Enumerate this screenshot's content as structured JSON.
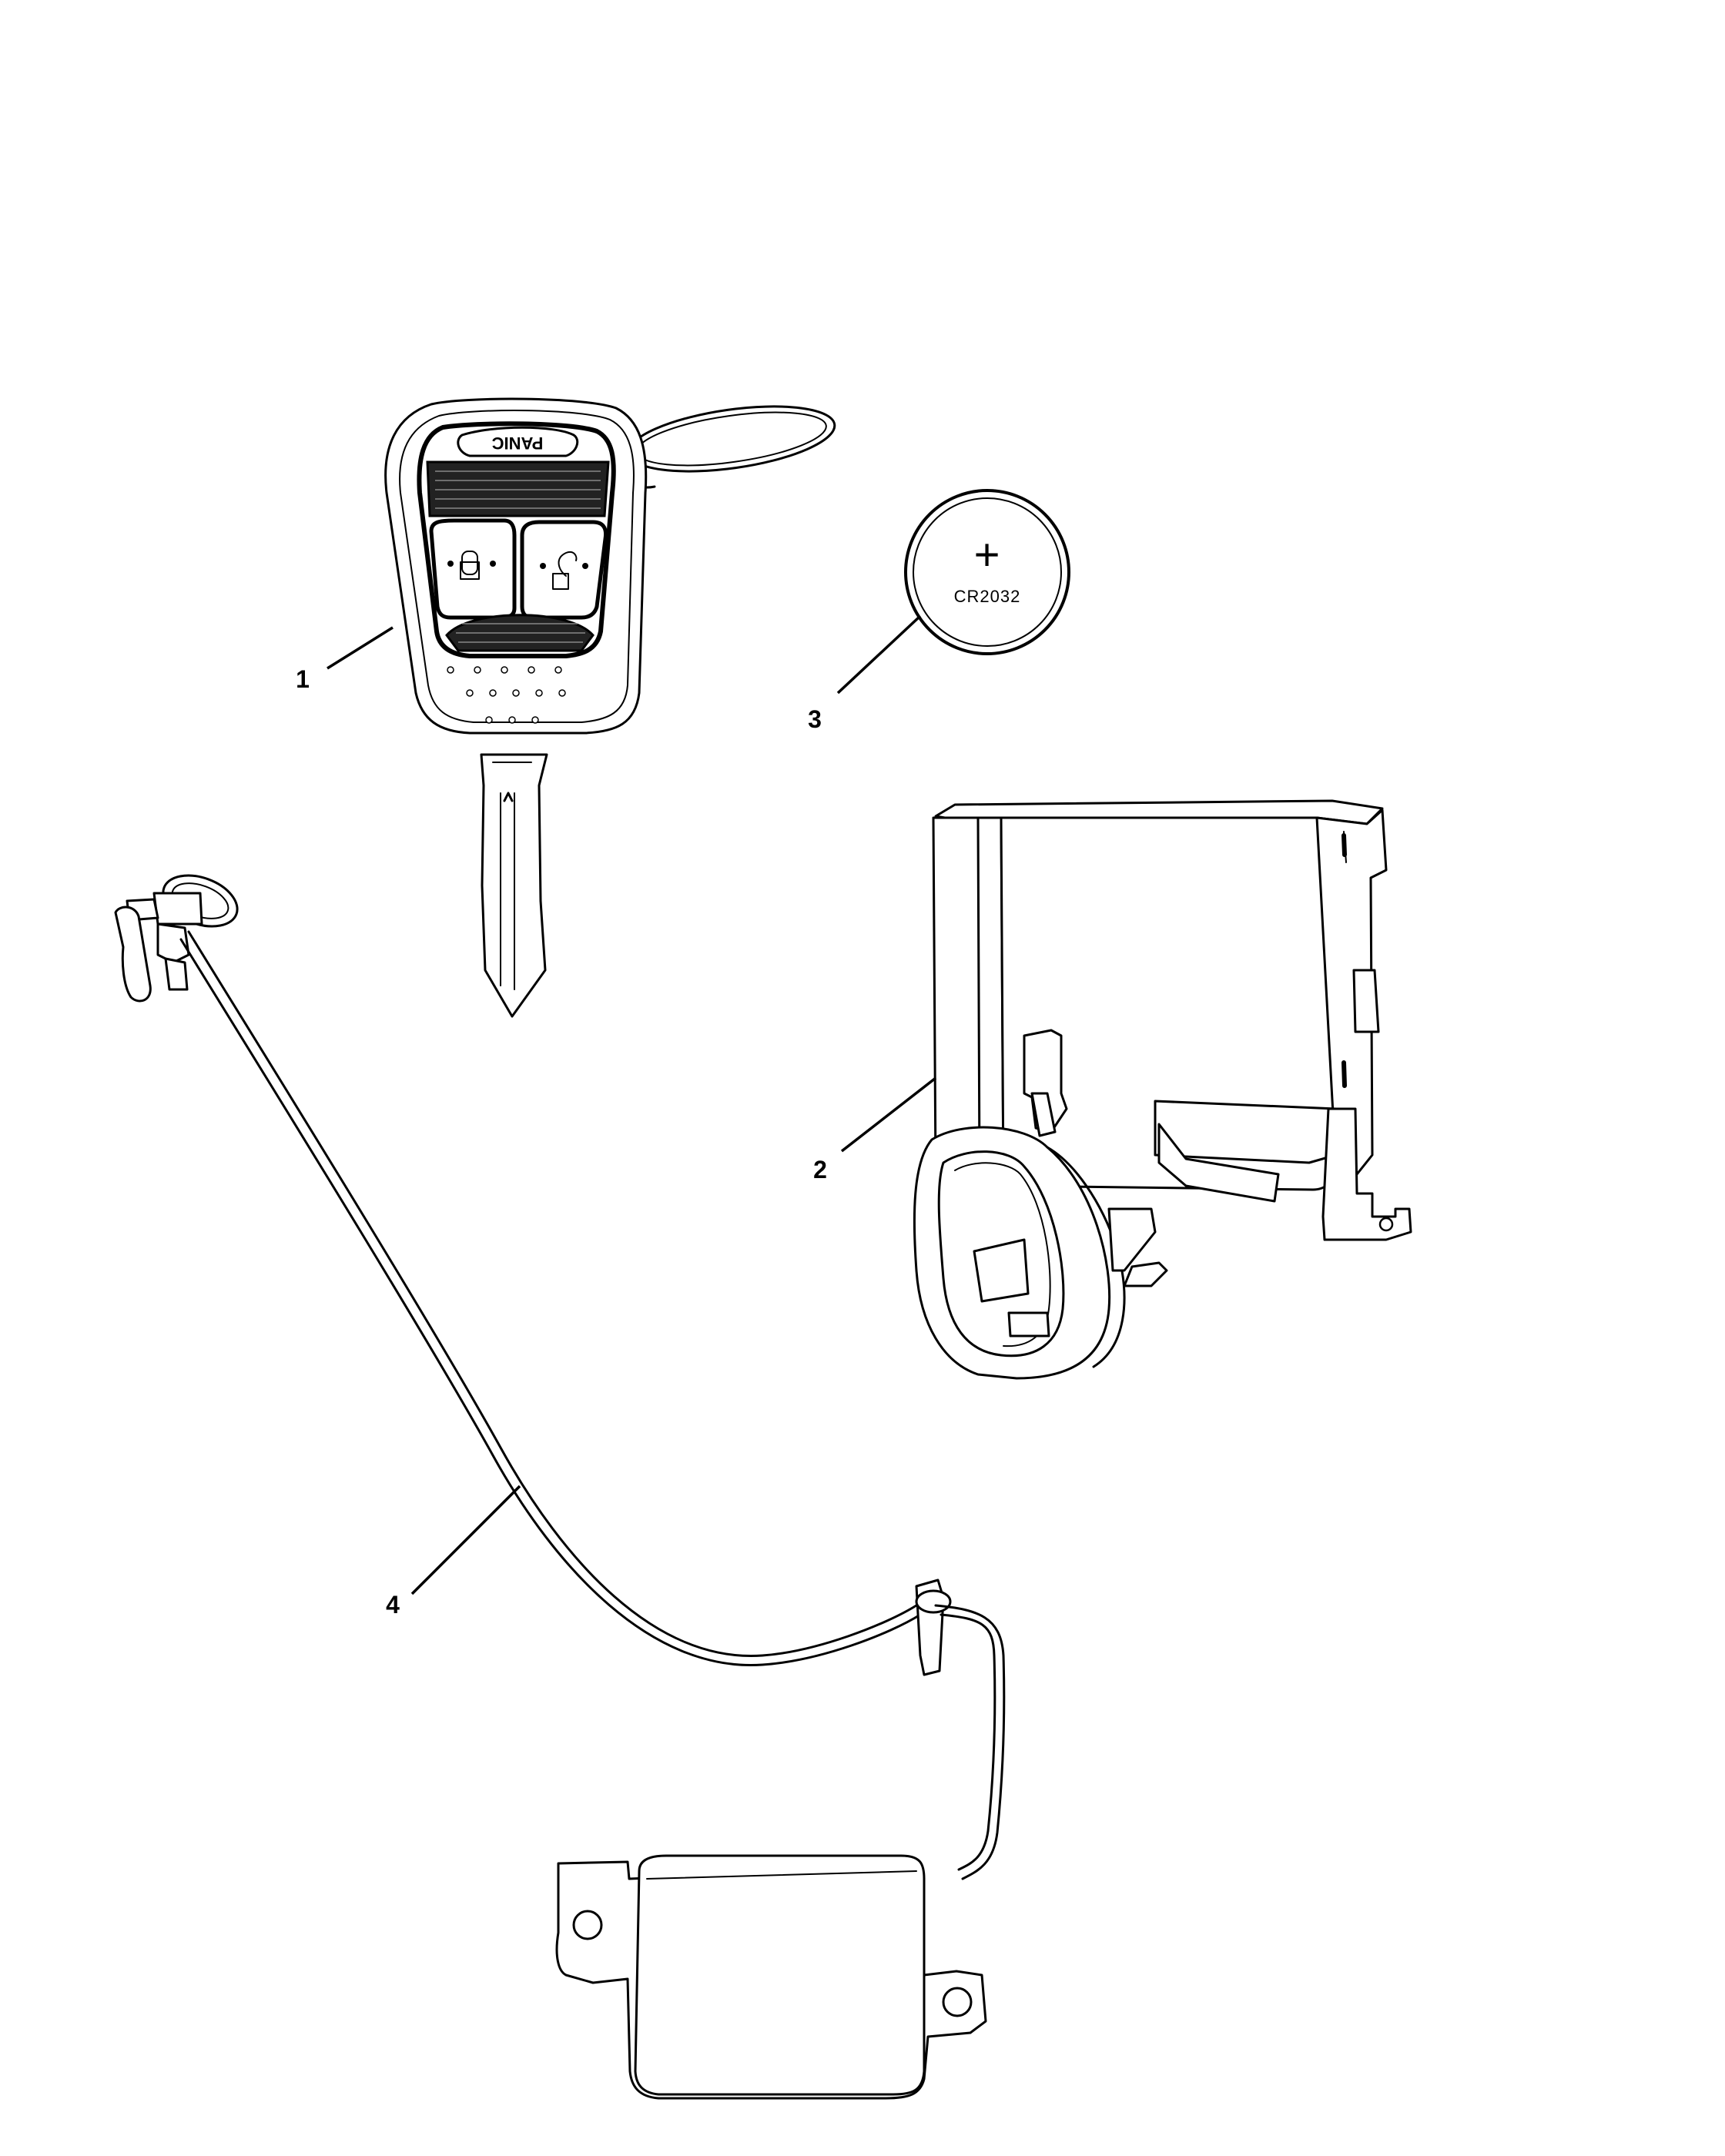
{
  "callouts": [
    {
      "id": "1",
      "label": "1"
    },
    {
      "id": "2",
      "label": "2"
    },
    {
      "id": "3",
      "label": "3"
    },
    {
      "id": "4",
      "label": "4"
    }
  ],
  "key_fob": {
    "button_label": "PANIC"
  },
  "battery": {
    "symbol": "+",
    "model": "CR2032"
  }
}
